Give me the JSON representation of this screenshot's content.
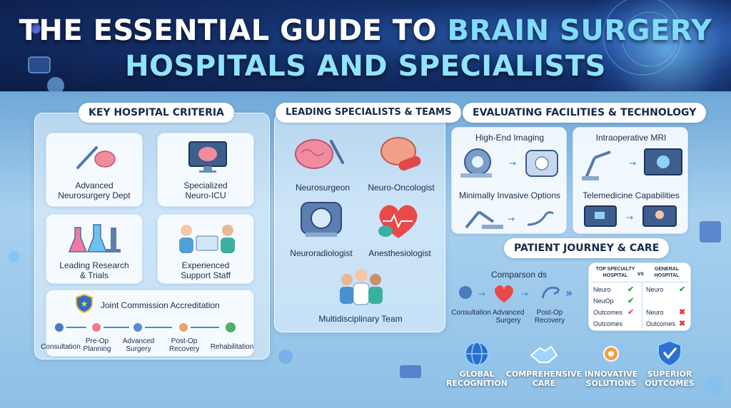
{
  "header": {
    "title_line1_a": "THE ESSENTIAL GUIDE TO",
    "title_line1_b": "BRAIN SURGERY",
    "title_line2": "HOSPITALS AND SPECIALISTS"
  },
  "criteria": {
    "heading": "KEY HOSPITAL CRITERIA",
    "cards": [
      {
        "label_1": "Advanced",
        "label_2": "Neurosurgery Dept",
        "icon": "scalpel-brain-icon"
      },
      {
        "label_1": "Specialized",
        "label_2": "Neuro-ICU",
        "icon": "monitor-brain-icon"
      },
      {
        "label_1": "Leading Research",
        "label_2": "& Trials",
        "icon": "lab-flask-icon"
      },
      {
        "label_1": "Experienced",
        "label_2": "Support Staff",
        "icon": "nurse-staff-icon"
      }
    ],
    "accreditation": {
      "title": "Joint Commission Accreditation",
      "steps": [
        "Consultation",
        "Pre-Op Planning",
        "Advanced Surgery",
        "Post-Op Recovery",
        "Rehabilitation"
      ]
    }
  },
  "specialists": {
    "heading": "LEADING SPECIALISTS & TEAMS",
    "items": [
      {
        "label": "Neurosurgeon",
        "icon": "brain-tools-icon"
      },
      {
        "label": "Neuro-Oncologist",
        "icon": "brain-pill-icon"
      },
      {
        "label": "Neuroradiologist",
        "icon": "mri-scanner-icon"
      },
      {
        "label": "Anesthesiologist",
        "icon": "heart-mask-icon"
      }
    ],
    "team": {
      "label": "Multidisciplinary Team",
      "icon": "team-doctors-icon"
    }
  },
  "facilities": {
    "heading": "EVALUATING FACILITIES & TECHNOLOGY",
    "items": [
      {
        "label": "High-End Imaging"
      },
      {
        "label": "Intraoperative MRI"
      },
      {
        "label": "Minimally Invasive Options"
      },
      {
        "label": "Telemedicine Capabilities"
      }
    ]
  },
  "journey": {
    "heading": "PATIENT JOURNEY & CARE",
    "comparison_label": "Comparson ds",
    "steps": [
      "Consultation",
      "Advanced Surgery",
      "Post-Op Recovery"
    ],
    "table": {
      "col_a": "TOP SPECIALTY HOSPITAL",
      "vs": "vs",
      "col_b": "GENERAL HOSPITAL",
      "rows_a": [
        "Neuro",
        "NeuOp",
        "Outcomes",
        "Outcomes"
      ],
      "rows_b": [
        "Neuro",
        "",
        "Neuro",
        "Outcomes"
      ]
    }
  },
  "outcomes": [
    {
      "line1": "GLOBAL",
      "line2": "RECOGNITION",
      "icon": "globe-icon"
    },
    {
      "line1": "COMPREHENSIVE",
      "line2": "CARE",
      "icon": "handshake-icon"
    },
    {
      "line1": "INNOVATIVE",
      "line2": "SOLUTIONS",
      "icon": "gear-network-icon"
    },
    {
      "line1": "SUPERIOR",
      "line2": "OUTCOMES",
      "icon": "shield-check-icon"
    }
  ]
}
